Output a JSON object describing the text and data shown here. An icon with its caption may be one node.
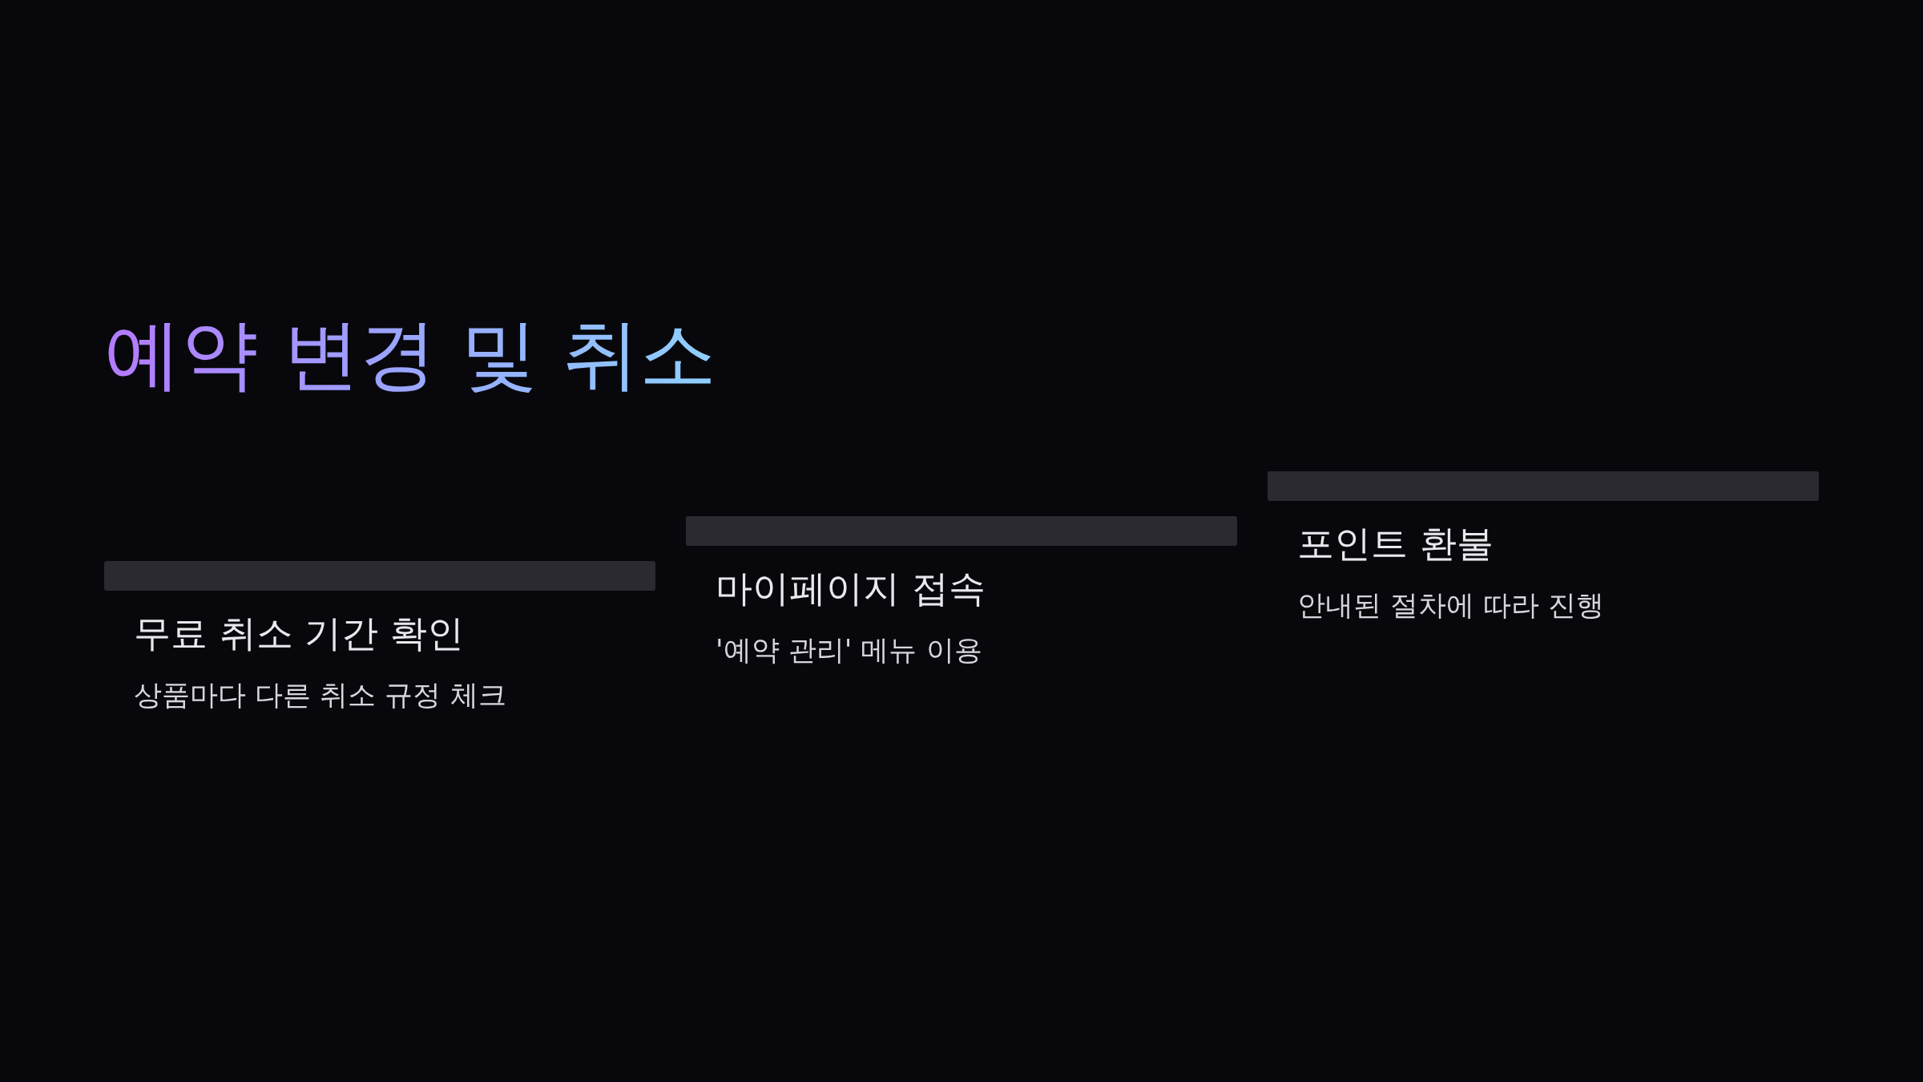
{
  "diagram": {
    "title": "예약 변경 및 취소",
    "nodes": [
      {
        "text": [
          "무료 취소 기간 확인",
          "상품마다 다른 취소 규정 체크"
        ]
      },
      {
        "text": [
          "마이페이지 접속",
          "'예약 관리' 메뉴 이용"
        ]
      },
      {
        "text": [
          "포인트 환불",
          "안내된 절차에 따라 진행"
        ]
      }
    ]
  }
}
